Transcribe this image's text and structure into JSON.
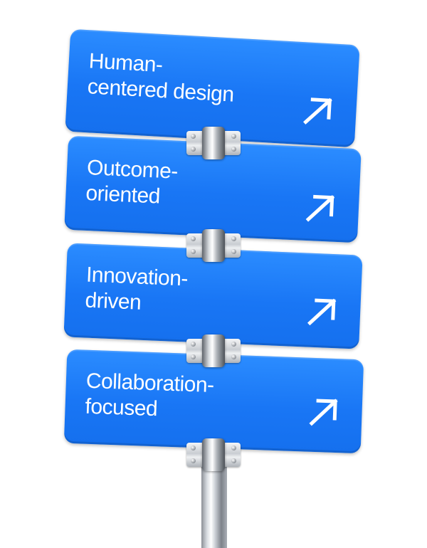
{
  "scene": {
    "background_color": "#ffffff",
    "sign_color": "#1976f5",
    "text_color": "#ffffff"
  },
  "signs": [
    {
      "line1": "Human-",
      "line2": "centered design",
      "icon": "arrow-up-right-icon"
    },
    {
      "line1": "Outcome-",
      "line2": "oriented",
      "icon": "arrow-up-right-icon"
    },
    {
      "line1": "Innovation-",
      "line2": "driven",
      "icon": "arrow-up-right-icon"
    },
    {
      "line1": "Collaboration-",
      "line2": "focused",
      "icon": "arrow-up-right-icon"
    }
  ]
}
